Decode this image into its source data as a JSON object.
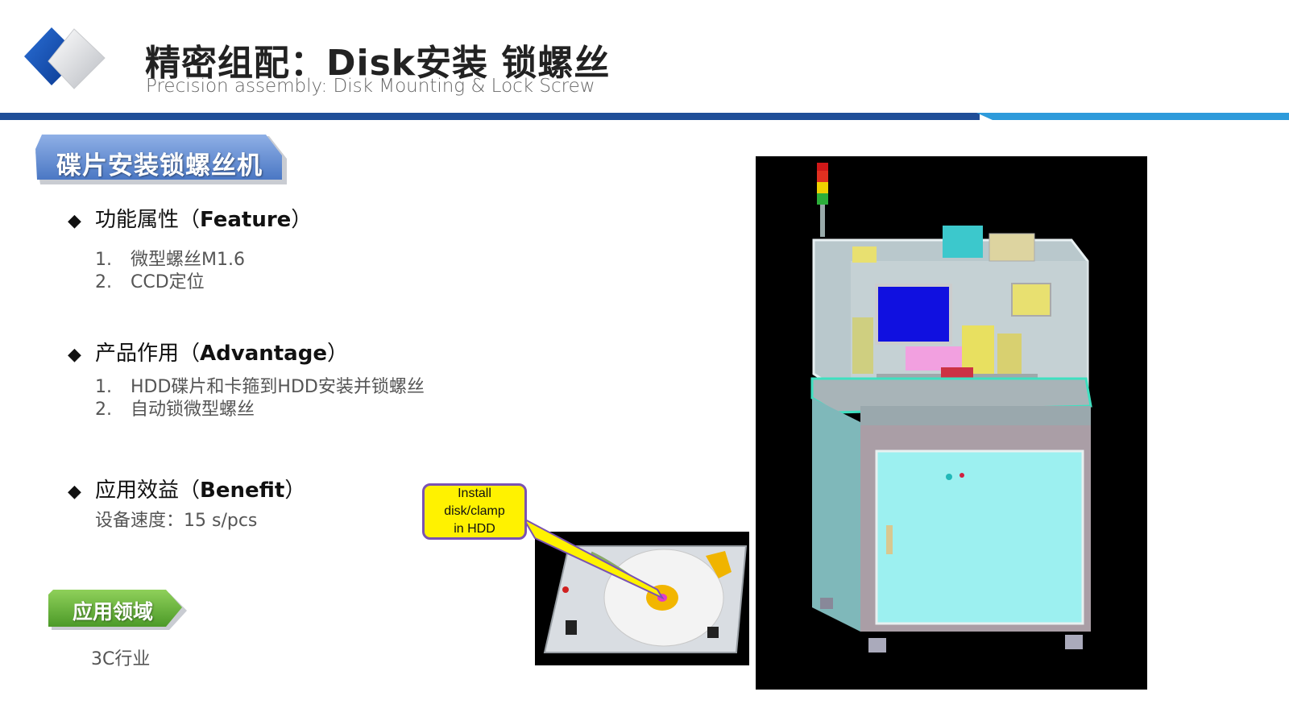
{
  "header": {
    "title_zh": "精密组配：Disk安装 锁螺丝",
    "title_en": "Precision assembly: Disk Mounting & Lock Screw"
  },
  "banner": {
    "label": "碟片安装锁螺丝机"
  },
  "sections": [
    {
      "bullet": "◆",
      "label_zh": "功能属性（",
      "label_en": "Feature",
      "label_end": "）",
      "items": [
        {
          "num": "1.",
          "text": "微型螺丝M1.6"
        },
        {
          "num": "2.",
          "text": "CCD定位"
        }
      ]
    },
    {
      "bullet": "◆",
      "label_zh": "产品作用（",
      "label_en": "Advantage",
      "label_end": "）",
      "items": [
        {
          "num": "1.",
          "text": "HDD碟片和卡箍到HDD安装并锁螺丝"
        },
        {
          "num": "2.",
          "text": "自动锁微型螺丝"
        }
      ]
    },
    {
      "bullet": "◆",
      "label_zh": "应用效益（",
      "label_en": "Benefit",
      "label_end": "）",
      "text": "设备速度：15 s/pcs"
    }
  ],
  "application": {
    "label": "应用领域",
    "value": "3C行业"
  },
  "callout": {
    "line1": "Install",
    "line2": "disk/clamp",
    "line3": "in HDD"
  },
  "colors": {
    "accent_dark_blue": "#1f4e98",
    "accent_light_blue": "#2e9bdb",
    "callout_fill": "#fff200",
    "callout_border": "#7a52b3",
    "banner_green": "#5aa832"
  }
}
